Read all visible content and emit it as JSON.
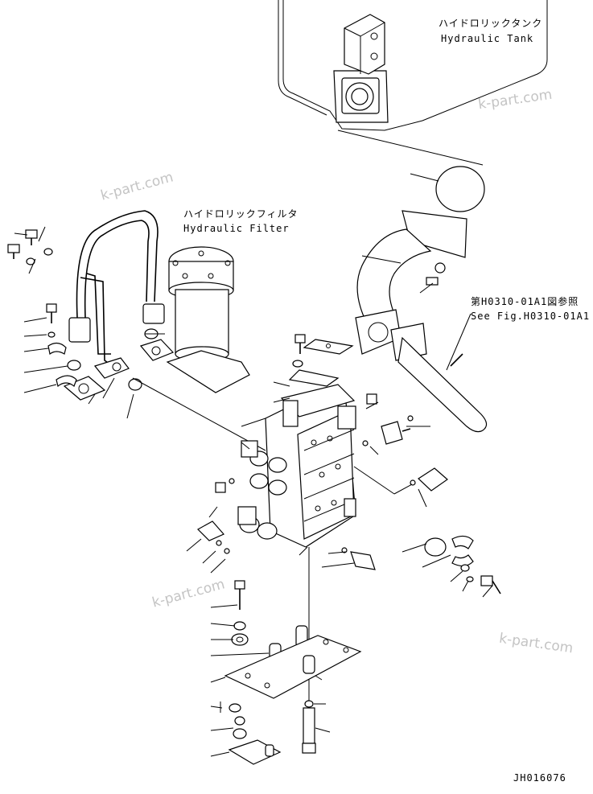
{
  "labels": {
    "tank_jp": "ハイドロリックタンク",
    "tank_en": "Hydraulic Tank",
    "filter_jp": "ハイドロリックフィルタ",
    "filter_en": "Hydraulic Filter",
    "ref_jp": "第H0310-01A1図参照",
    "ref_en": "See Fig.H0310-01A1",
    "drawing_no": "JH016076"
  },
  "watermarks": [
    "k-part.com",
    "k-part.com",
    "k-part.com",
    "k-part.com"
  ],
  "colors": {
    "line": "#000000",
    "watermark": "#c4c4c4",
    "background": "#ffffff"
  }
}
